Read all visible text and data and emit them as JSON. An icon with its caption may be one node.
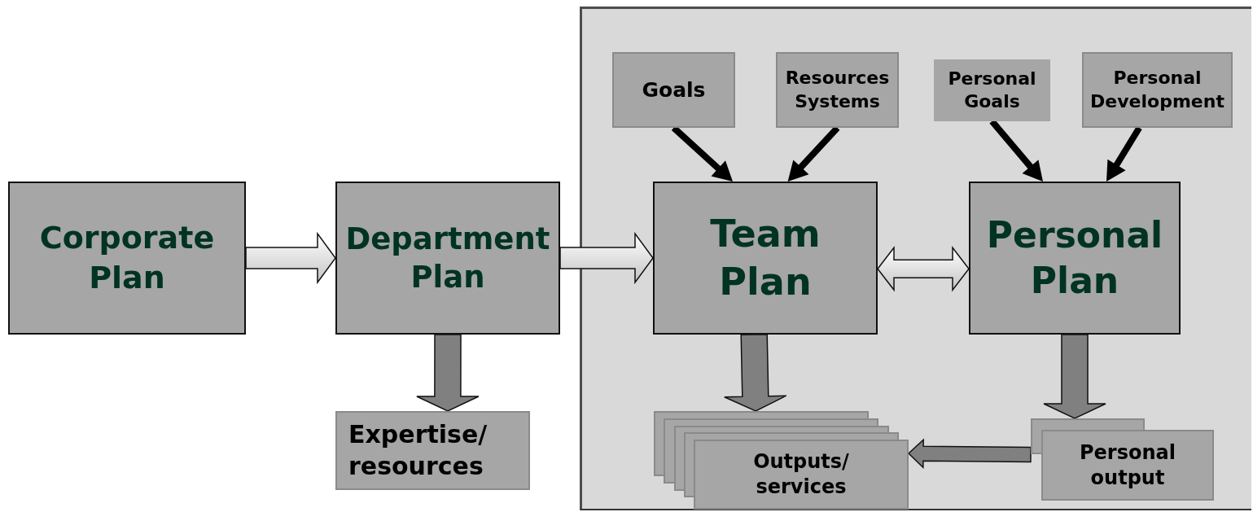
{
  "diagram": {
    "nodes": [
      {
        "text": [
          "Corporate Plan"
        ]
      },
      {
        "text": [
          "Department Plan"
        ]
      },
      {
        "text": [
          "Expertise/ resources"
        ]
      },
      {
        "text": [],
        "shape": "box"
      },
      {
        "text": [
          "Goals"
        ],
        "in": 3
      },
      {
        "text": [
          "Resources Systems"
        ],
        "in": 3
      },
      {
        "text": [
          "Personal Goals"
        ],
        "in": 3
      },
      {
        "text": [
          "Personal Development"
        ],
        "in": 3
      },
      {
        "text": [
          "Team Plan"
        ],
        "in": 3
      },
      {
        "text": [
          "Personal Plan"
        ],
        "in": 3
      },
      {
        "text": [
          "Outputs/ services"
        ],
        "in": 3
      },
      {
        "text": [
          "Personal output"
        ],
        "in": 3
      }
    ],
    "edges": [
      {
        "from": 0,
        "to": 1,
        "arrow": "to"
      },
      {
        "from": 1,
        "to": 8,
        "arrow": "to"
      },
      {
        "from": 1,
        "to": 2,
        "arrow": "to",
        "color": "#808080"
      },
      {
        "from": 4,
        "to": 8,
        "arrow": "to",
        "color": "#000000"
      },
      {
        "from": 5,
        "to": 8,
        "arrow": "to",
        "color": "#000000"
      },
      {
        "from": 6,
        "to": 9,
        "arrow": "to",
        "color": "#000000"
      },
      {
        "from": 7,
        "to": 9,
        "arrow": "to",
        "color": "#000000"
      },
      {
        "from": 8,
        "to": 9,
        "arrow": "both"
      },
      {
        "from": 8,
        "to": 10,
        "arrow": "to",
        "color": "#808080"
      },
      {
        "from": 9,
        "to": 11,
        "arrow": "to",
        "color": "#808080"
      },
      {
        "from": 11,
        "to": 10,
        "arrow": "to",
        "color": "#808080"
      }
    ]
  }
}
